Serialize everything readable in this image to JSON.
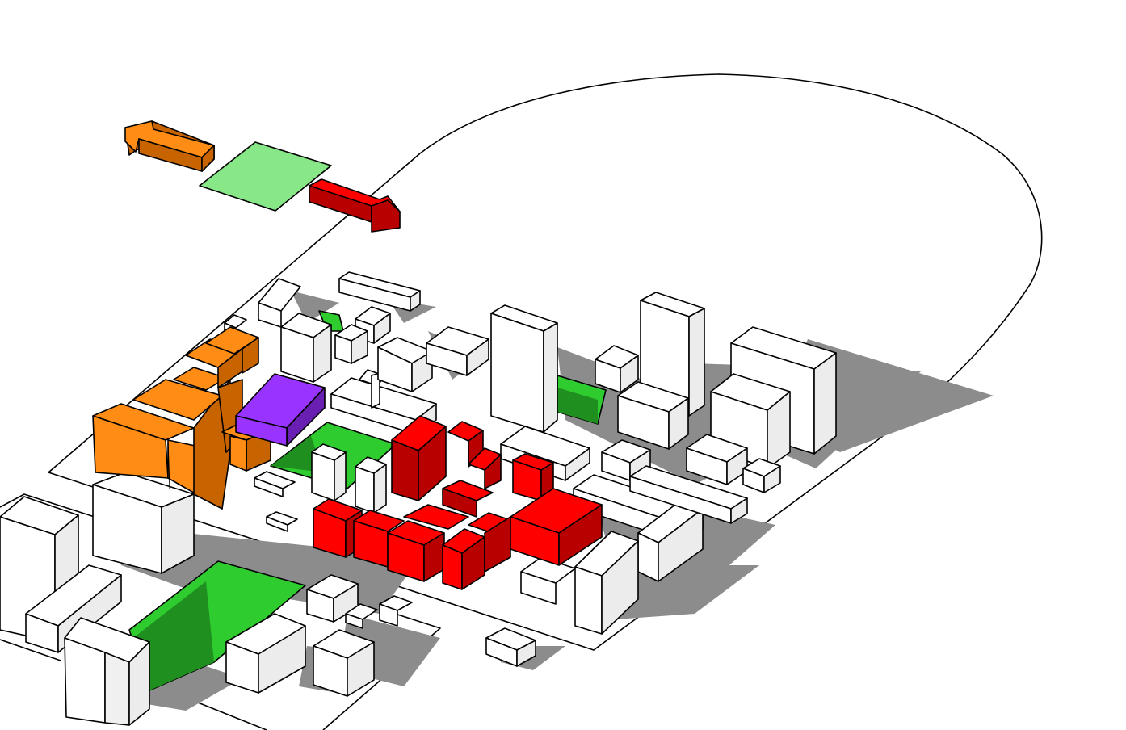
{
  "colors": {
    "background": "#ffffff",
    "outline": "#000000",
    "shadow": "#8c8c8c",
    "building_top": "#ffffff",
    "building_side": "#ececec",
    "building_front": "#f6f6f6",
    "orange_top": "#ff8c14",
    "orange_side": "#c86400",
    "purple_top": "#9933ff",
    "purple_side": "#6a1fb3",
    "red_top": "#ff0000",
    "red_side": "#b80000",
    "green_park": "#2ecc2e",
    "green_dark": "#1f8f1f",
    "green_light": "#88e888"
  },
  "legend": {
    "west_arrow": "orange-arrow",
    "park_swatch": "green-square",
    "east_arrow": "red-arrow"
  },
  "shape": {
    "district_outline": "rounded-parcel",
    "building_style": "white-massing",
    "highlight_groups": [
      "orange",
      "purple",
      "red",
      "green"
    ]
  }
}
